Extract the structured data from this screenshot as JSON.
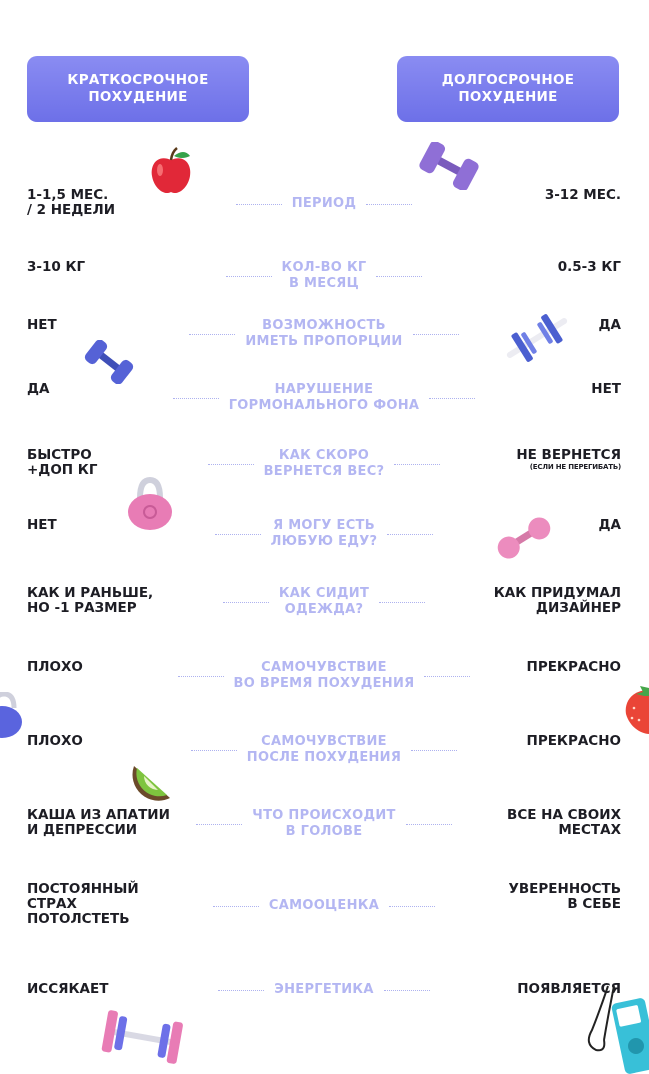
{
  "headers": {
    "short": "КРАТКОСРОЧНОЕ\nПОХУДЕНИЕ",
    "long": "ДОЛГОСРОЧНОЕ\nПОХУДЕНИЕ"
  },
  "rows": [
    {
      "left": "1-1,5 МЕС.\n/ 2 НЕДЕЛИ",
      "label": "ПЕРИОД",
      "right": "3-12 МЕС."
    },
    {
      "left": "3-10 КГ",
      "label": "КОЛ-ВО КГ\nВ МЕСЯЦ",
      "right": "0.5-3 КГ"
    },
    {
      "left": "НЕТ",
      "label": "ВОЗМОЖНОСТЬ\nИМЕТЬ ПРОПОРЦИИ",
      "right": "ДА"
    },
    {
      "left": "ДА",
      "label": "НАРУШЕНИЕ\nГОРМОНАЛЬНОГО ФОНА",
      "right": "НЕТ"
    },
    {
      "left": "БЫСТРО\n+ДОП КГ",
      "label": "КАК СКОРО\nВЕРНЕТСЯ ВЕС?",
      "right": "НЕ ВЕРНЕТСЯ",
      "right_note": "(ЕСЛИ НЕ ПЕРЕГИБАТЬ)"
    },
    {
      "left": "НЕТ",
      "label": "Я МОГУ ЕСТЬ\nЛЮБУЮ ЕДУ?",
      "right": "ДА"
    },
    {
      "left": "КАК И РАНЬШЕ,\nНО -1 РАЗМЕР",
      "label": "КАК СИДИТ\nОДЕЖДА?",
      "right": "КАК ПРИДУМАЛ\nДИЗАЙНЕР"
    },
    {
      "left": "ПЛОХО",
      "label": "САМОЧУВСТВИЕ\nВО ВРЕМЯ ПОХУДЕНИЯ",
      "right": "ПРЕКРАСНО"
    },
    {
      "left": "ПЛОХО",
      "label": "САМОЧУВСТВИЕ\nПОСЛЕ ПОХУДЕНИЯ",
      "right": "ПРЕКРАСНО"
    },
    {
      "left": "КАША ИЗ АПАТИИ\nИ ДЕПРЕССИИ",
      "label": "ЧТО ПРОИСХОДИТ\nВ ГОЛОВЕ",
      "right": "ВСЕ НА СВОИХ\nМЕСТАХ"
    },
    {
      "left": "ПОСТОЯННЫЙ\nСТРАХ\nПОТОЛСТЕТЬ",
      "label": "САМООЦЕНКА",
      "right": "УВЕРЕННОСТЬ\nВ СЕБЕ"
    },
    {
      "left": "ИССЯКАЕТ",
      "label": "ЭНЕРГЕТИКА",
      "right": "ПОЯВЛЯЕТСЯ"
    }
  ],
  "decorations": [
    "apple-icon",
    "dumbbell-purple-icon",
    "dumbbell-blue-icon",
    "barbell-icon",
    "kettlebell-pink-icon",
    "dumbbell-pink-icon",
    "kettlebell-blue-icon",
    "strawberry-icon",
    "kiwi-icon",
    "dumbbell-pair-icon",
    "music-player-icon"
  ],
  "colors": {
    "header": "#7577ea",
    "label": "#b3b6f2",
    "text": "#1d1d24"
  }
}
